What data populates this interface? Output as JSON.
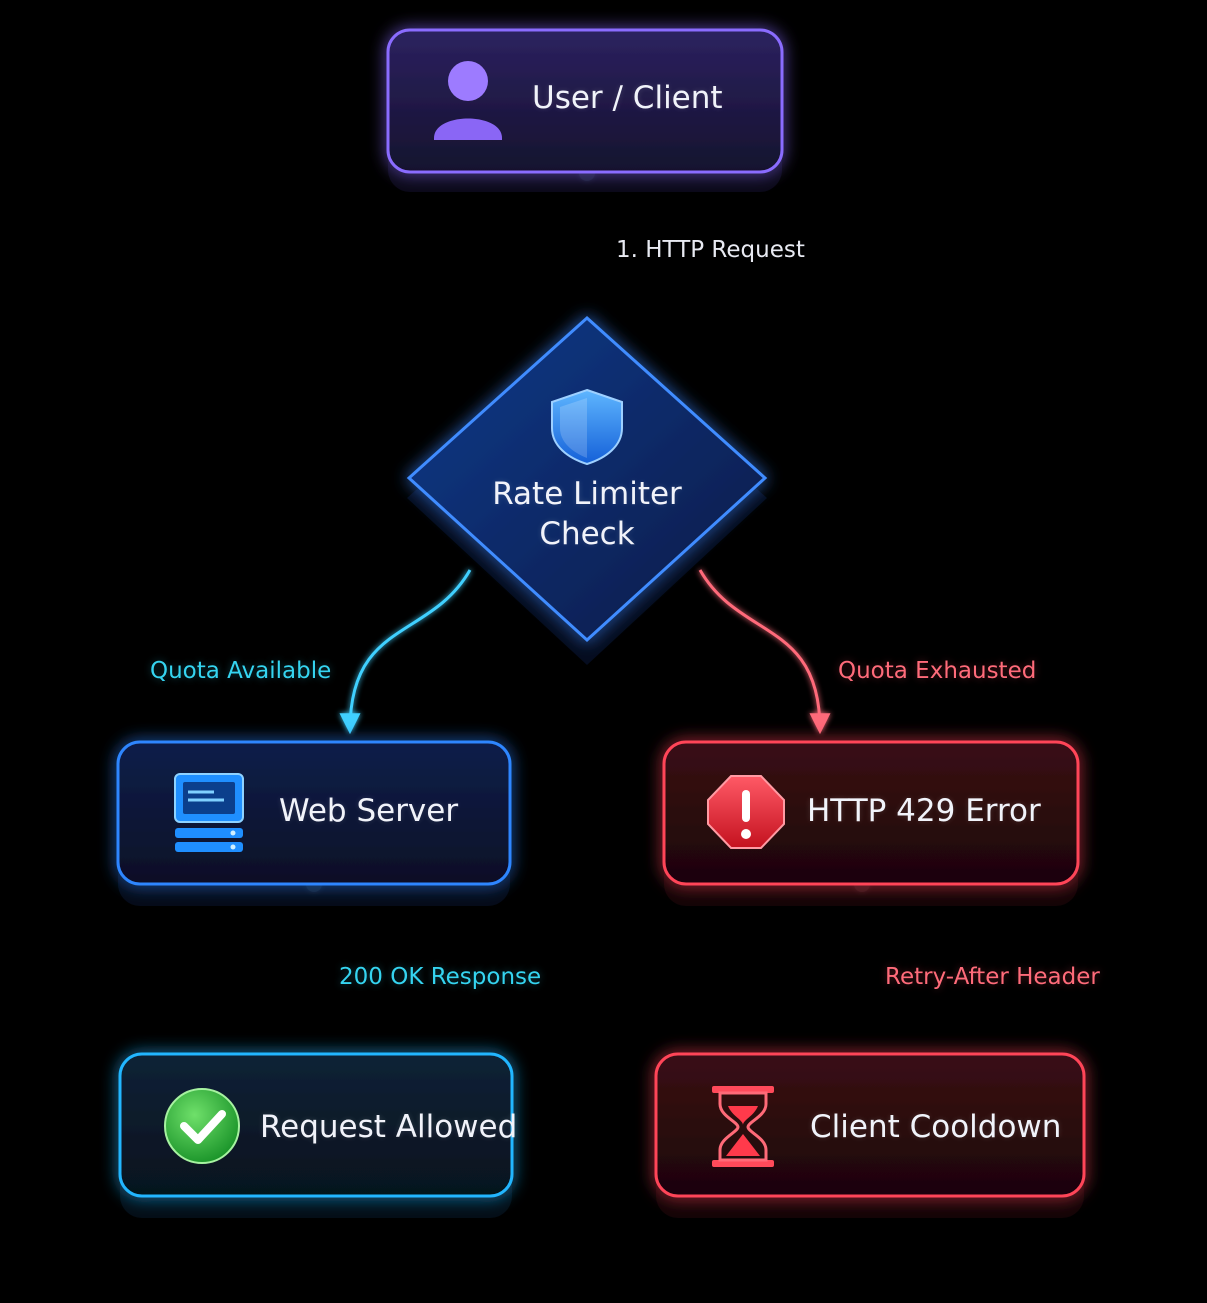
{
  "colors": {
    "background": "#000000",
    "client_accent": "#7b5cf0",
    "allowed_accent": "#2a8cff",
    "denied_accent": "#ff3b4e",
    "label_cyan": "#35d4f0",
    "label_red": "#ff6b7a"
  },
  "nodes": {
    "client": {
      "label": "User / Client",
      "icon": "user-icon"
    },
    "rate_limiter": {
      "line1": "Rate Limiter",
      "line2": "Check",
      "icon": "shield-icon"
    },
    "web_server": {
      "label": "Web Server",
      "icon": "server-icon"
    },
    "http_429": {
      "label": "HTTP 429 Error",
      "icon": "warning-octagon-icon"
    },
    "request_allowed": {
      "label": "Request Allowed",
      "icon": "check-circle-icon"
    },
    "client_cooldown": {
      "label": "Client Cooldown",
      "icon": "hourglass-icon"
    }
  },
  "edges": {
    "request": {
      "label": "1. HTTP Request"
    },
    "quota_available": {
      "label": "Quota Available"
    },
    "quota_exhausted": {
      "label": "Quota Exhausted"
    },
    "ok_response": {
      "label": "200 OK Response"
    },
    "retry_after": {
      "label": "Retry-After Header"
    }
  }
}
